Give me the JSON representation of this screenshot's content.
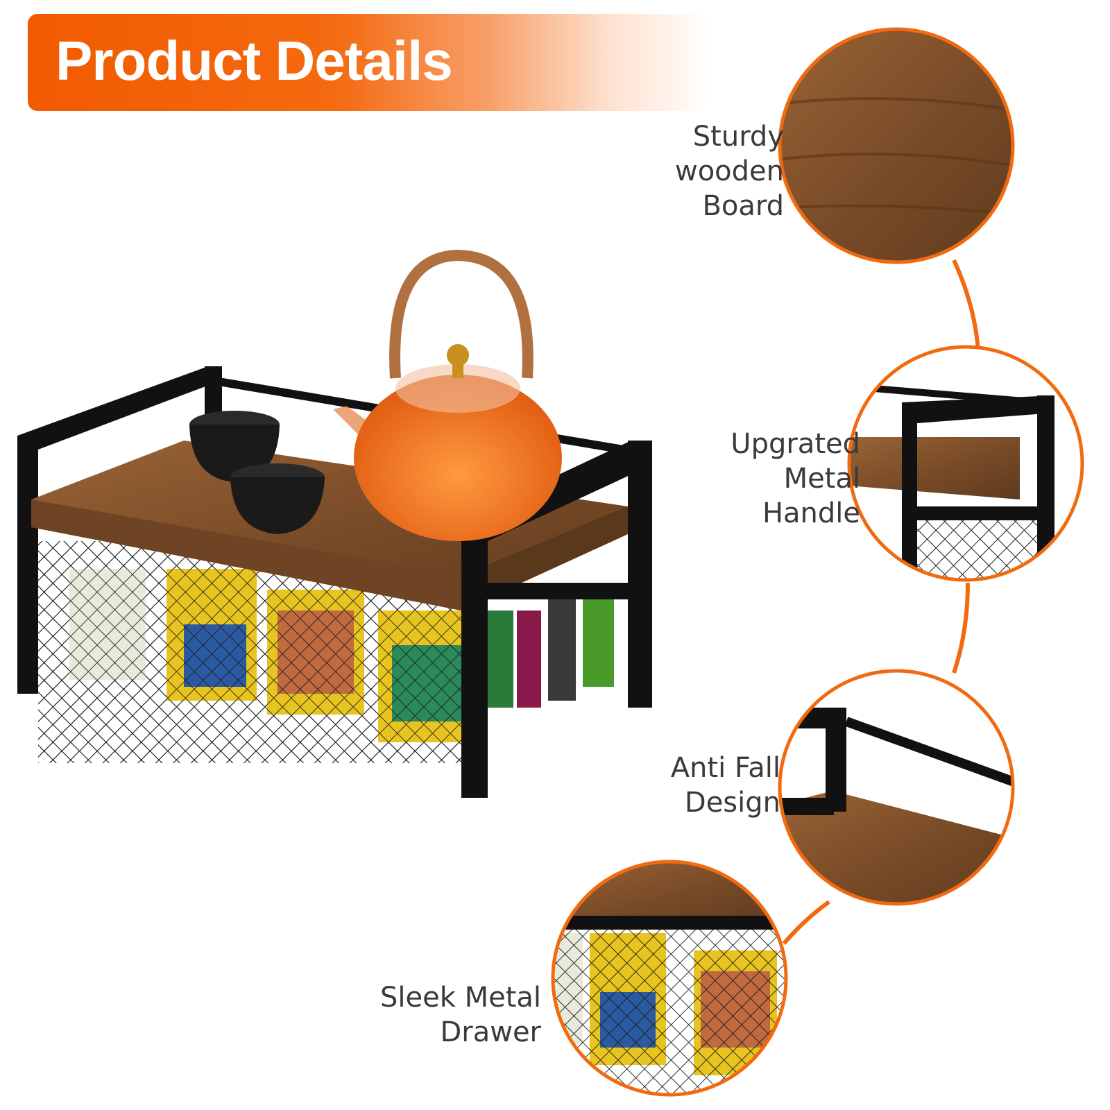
{
  "header": {
    "title": "Product Details"
  },
  "features": [
    {
      "label": "Sturdy\nwooden\nBoard"
    },
    {
      "label": "Upgrated\nMetal\nHandle"
    },
    {
      "label": "Anti Fall\nDesign"
    },
    {
      "label": "Sleek Metal\nDrawer"
    }
  ],
  "colors": {
    "accent": "#f26a10",
    "frame": "#111111",
    "wood": "#8a5a32",
    "text": "#3a3a3a"
  }
}
